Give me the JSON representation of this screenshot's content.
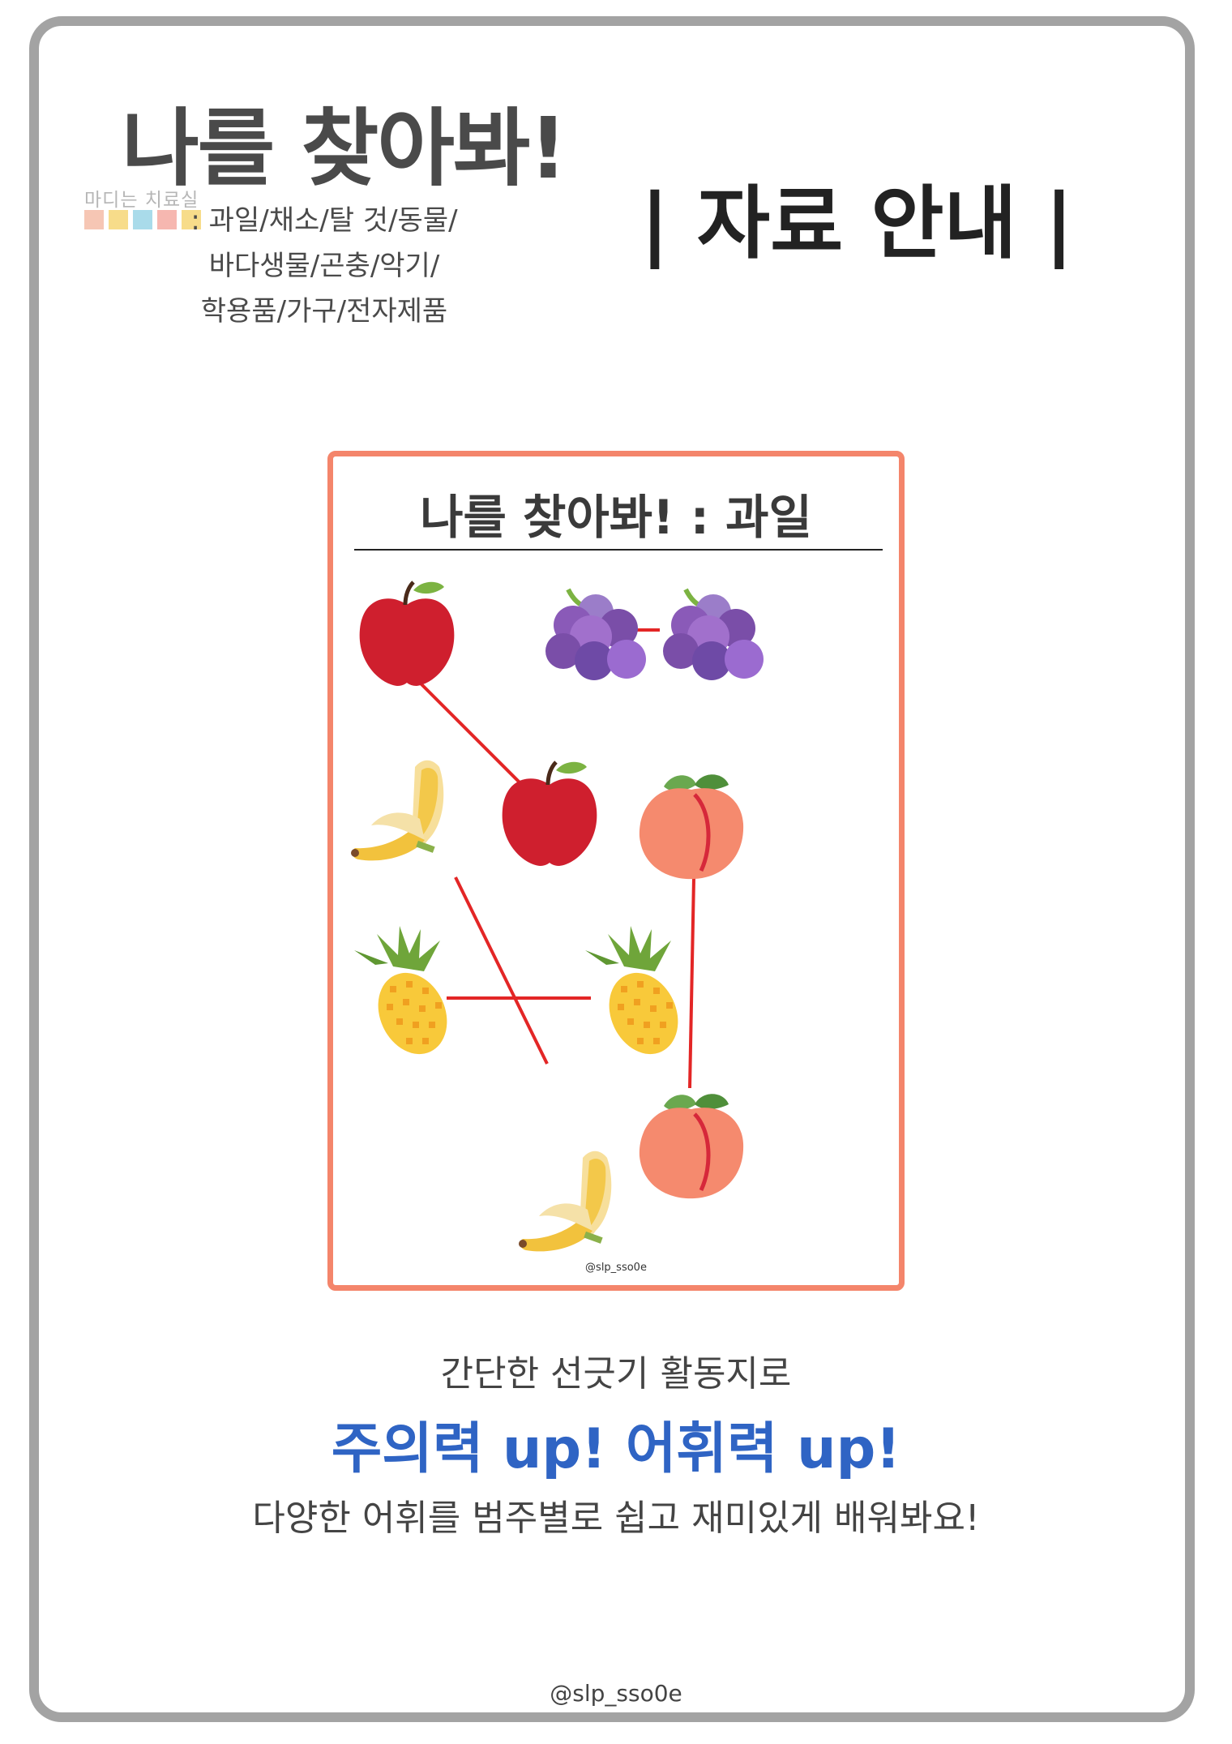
{
  "header": {
    "title": "나를 찾아봐!",
    "logo_text": "마디는 치료실",
    "categories": [
      ": 과일/채소/탈 것/동물/",
      "바다생물/곤충/악기/",
      "학용품/가구/전자제품"
    ],
    "guide_title": "| 자료 안내 |"
  },
  "preview": {
    "title": "나를 찾아봐! : 과일",
    "handle": "@slp_sso0e",
    "items": [
      "apple",
      "grapes",
      "grapes",
      "banana",
      "apple",
      "peach",
      "pineapple",
      "pineapple",
      "banana",
      "peach"
    ]
  },
  "body": {
    "intro": "간단한 선긋기 활동지로",
    "slogan": "주의력 up! 어휘력 up!",
    "description": "다양한 어휘를 범주별로 쉽고 재미있게 배워봐요!"
  },
  "footer": {
    "handle": "@slp_sso0e"
  },
  "colors": {
    "frame": "#a3a3a3",
    "sheet_border": "#f4856b",
    "slogan": "#2f64c4",
    "match_line": "#e32626"
  }
}
